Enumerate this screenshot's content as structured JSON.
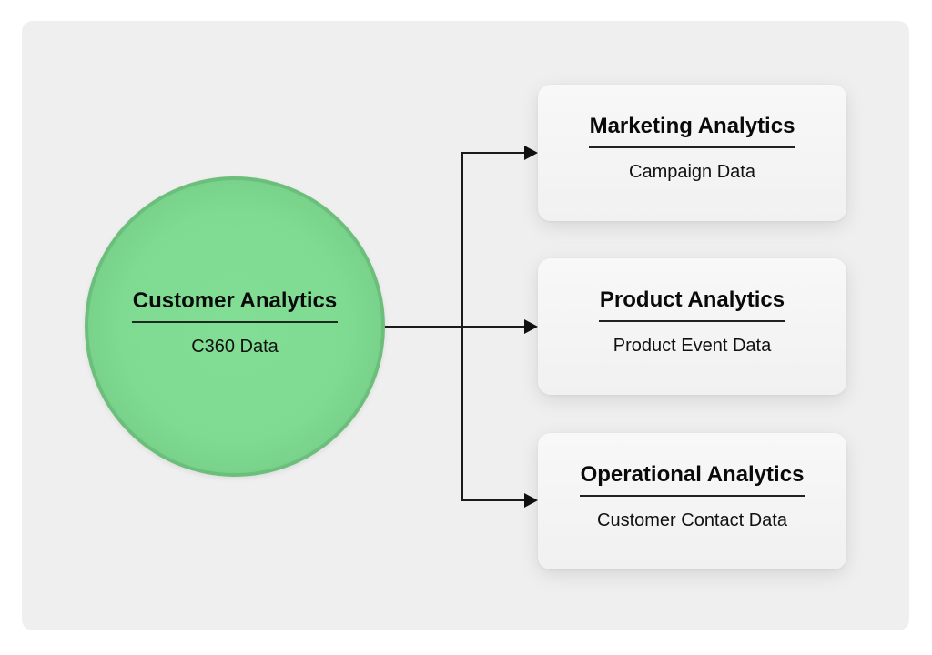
{
  "diagram": {
    "hub": {
      "title": "Customer Analytics",
      "subtitle": "C360 Data",
      "fill_color": "#80dc92",
      "border_color": "#6bbf7b"
    },
    "nodes": [
      {
        "title": "Marketing Analytics",
        "subtitle": "Campaign Data"
      },
      {
        "title": "Product Analytics",
        "subtitle": "Product Event Data"
      },
      {
        "title": "Operational Analytics",
        "subtitle": "Customer Contact Data"
      }
    ],
    "edges": [
      {
        "from": "Customer Analytics",
        "to": "Marketing Analytics"
      },
      {
        "from": "Customer Analytics",
        "to": "Product Analytics"
      },
      {
        "from": "Customer Analytics",
        "to": "Operational Analytics"
      }
    ],
    "colors": {
      "panel_background": "#efefef",
      "connector": "#1a1a1a",
      "node_background": "#f5f5f5"
    }
  }
}
